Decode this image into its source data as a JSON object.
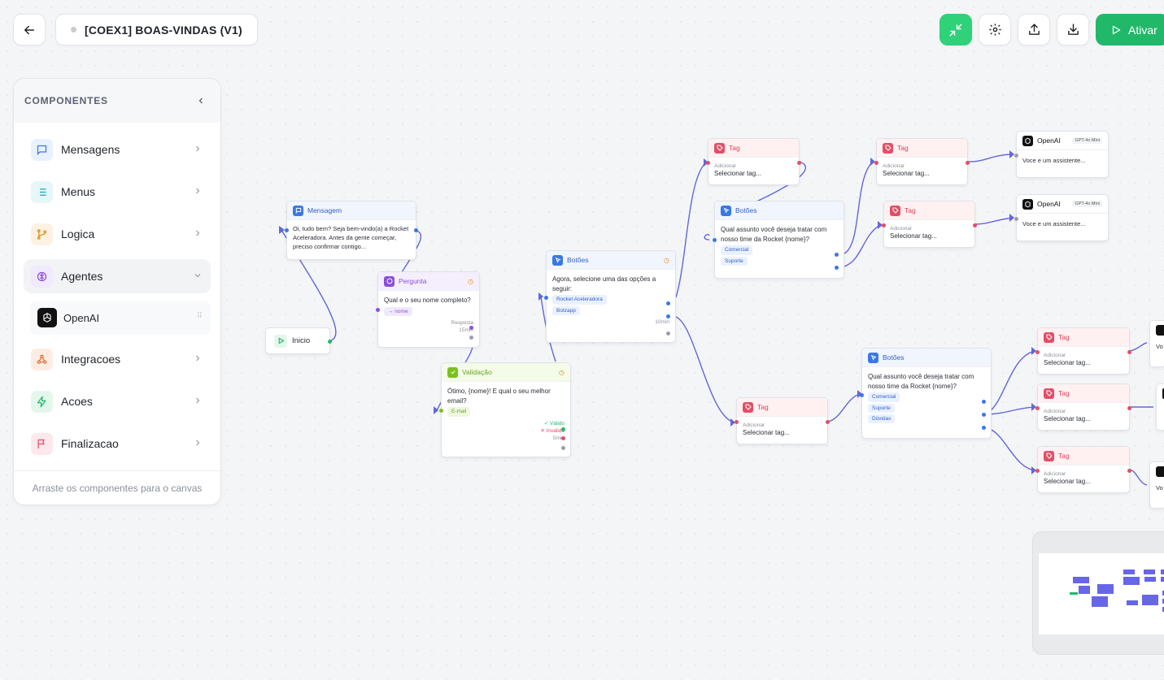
{
  "header": {
    "flow_title": "[COEX1] BOAS-VINDAS (V1)",
    "activate_label": "Ativar"
  },
  "sidebar": {
    "title": "COMPONENTES",
    "items": [
      {
        "label": "Mensagens",
        "icon": "message-icon",
        "color": "#3978e6",
        "bg": "#eaf1fe"
      },
      {
        "label": "Menus",
        "icon": "list-icon",
        "color": "#1aa8b8",
        "bg": "#e5f7f9"
      },
      {
        "label": "Logica",
        "icon": "branch-icon",
        "color": "#e38b1a",
        "bg": "#fdf1e1"
      },
      {
        "label": "Agentes",
        "icon": "brain-icon",
        "color": "#8a4fd8",
        "bg": "#f1e9fc"
      },
      {
        "label": "Integracoes",
        "icon": "webhook-icon",
        "color": "#e36a2c",
        "bg": "#fdece3"
      },
      {
        "label": "Acoes",
        "icon": "bolt-icon",
        "color": "#22b86a",
        "bg": "#e4f7ec"
      },
      {
        "label": "Finalizacao",
        "icon": "flag-icon",
        "color": "#e24f68",
        "bg": "#fde8ec"
      }
    ],
    "sub_item": {
      "label": "OpenAI",
      "icon": "openai-icon"
    },
    "footer": "Arraste os componentes para o canvas"
  },
  "canvas": {
    "start": {
      "label": "Inicio"
    },
    "message": {
      "title": "Mensagem",
      "text": "Oi, tudo bem? Seja bem-vindo(a) a Rocket Aceleradora. Antes da gente começar, preciso confirmar contigo..."
    },
    "question": {
      "title": "Pergunta",
      "text": "Qual e o seu nome completo?",
      "var": "→ nome",
      "answer": "Resposta",
      "timeout": "15min"
    },
    "validation": {
      "title": "Validação",
      "text": "Ótimo, {nome}! E qual o seu melhor email?",
      "type": "E-mail",
      "valid": "✓ Válido",
      "invalid": "✕ Inválido",
      "timeout": "5min"
    },
    "buttons_main": {
      "title": "Botões",
      "text": "Agora, selecione uma das opções a seguir:",
      "options": [
        "Rocket Aceleradora",
        "Botzapp"
      ],
      "timeout": "10min"
    },
    "buttons_a": {
      "title": "Botões",
      "text": "Qual assunto você deseja tratar com nosso time da Rocket {nome}?",
      "options": [
        "Comercial",
        "Suporte"
      ]
    },
    "buttons_b": {
      "title": "Botões",
      "text": "Qual assunto você deseja tratar com nosso time da Rocket {nome}?",
      "options": [
        "Comercial",
        "Suporte",
        "Dúvidas"
      ]
    },
    "tag": {
      "title": "Tag",
      "action": "Adicionar",
      "value": "Selecionar tag..."
    },
    "openai": {
      "title": "OpenAI",
      "model": "GPT-4o Mini",
      "text": "Voce e um assistente..."
    },
    "openai_partial": "Vo"
  },
  "colors": {
    "accent": "#22b86a",
    "edge": "#6366d8",
    "tag": "#e24f68",
    "buttons": "#3978e6"
  }
}
